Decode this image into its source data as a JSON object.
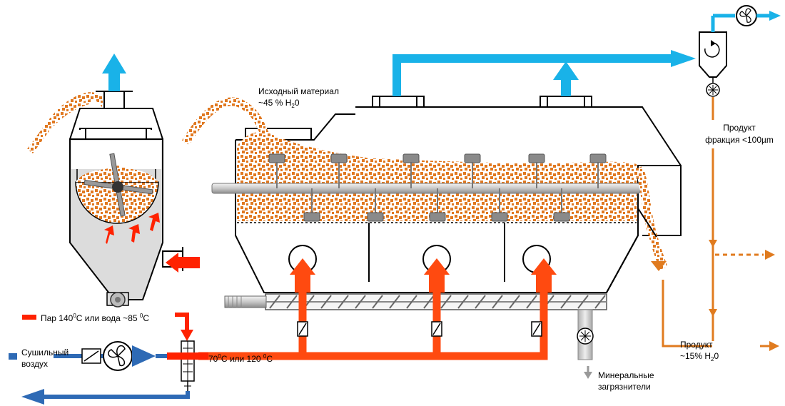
{
  "labels": {
    "feed_main": "Исходный материал",
    "feed_pct": "~45 % H",
    "feed_sub": "2",
    "feed_end": "0",
    "fines_line1": "Продукт",
    "fines_line2": "фракция <100µm",
    "product_line1": "Продукт",
    "product_pct": "~15% H",
    "product_sub": "2",
    "product_end": "0",
    "steam_main": "Пар 140",
    "steam_sup1": "0",
    "steam_mid": "C или вода ~85 ",
    "steam_sup2": "0",
    "steam_end": "C",
    "air_line1": "Сушильный",
    "air_line2": "воздух",
    "temp_main": "70",
    "temp_sup1": "0",
    "temp_mid": "C или 120 ",
    "temp_sup2": "0",
    "temp_end": "C",
    "mineral_line1": "Минеральные",
    "mineral_line2": "загрязнители"
  },
  "colors": {
    "air_blue": "#19b2e8",
    "air_dark_blue": "#2e6ab5",
    "heat_red": "#ff2200",
    "heat_orange": "#ff4a10",
    "product_orange": "#e07b1f",
    "particle_orange": "#e07820",
    "vessel_gray": "#dcdcdc",
    "shaft_gray": "#bdbdbd",
    "paddle_gray": "#8a8a8a"
  },
  "icons": [
    "fan-icon",
    "filter-icon",
    "cyclone-icon",
    "rotary-valve-icon",
    "screw-conveyor-icon",
    "agitator-icon"
  ]
}
